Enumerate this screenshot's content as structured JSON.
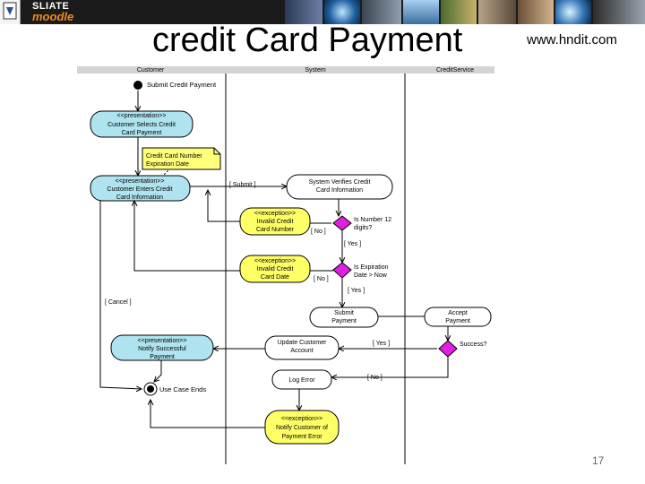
{
  "header": {
    "brand_line1": "SLIATE",
    "brand_line2": "moodle"
  },
  "slide": {
    "title": "credit Card Payment",
    "website": "www.hndit.com",
    "page_number": "17"
  },
  "diagram": {
    "lanes": [
      "Customer",
      "System",
      "CreditService"
    ],
    "nodes": {
      "submit_label": "Submit Credit Payment",
      "selects": [
        "<<presentation>>",
        "Customer Selects Credit",
        "Card Payment"
      ],
      "note": [
        "Credit Card Number",
        "Expiration Date"
      ],
      "enters": [
        "<<presentation>>",
        "Customer Enters Credit",
        "Card Information"
      ],
      "verifies": [
        "System Verifies Credit",
        "Card Information"
      ],
      "invalid_number": [
        "<<exception>>",
        "Invalid Credit",
        "Card Number"
      ],
      "invalid_date": [
        "<<exception>>",
        "Invalid Credit",
        "Card Date"
      ],
      "decision1": [
        "Is Number 12",
        "digits?"
      ],
      "decision2": [
        "Is Expiration",
        "Date > Now"
      ],
      "submit_payment": [
        "Submit",
        "Payment"
      ],
      "accept_payment": [
        "Accept",
        "Payment"
      ],
      "success": "Success?",
      "notify_success": [
        "<<presentation>>",
        "Notify Successful",
        "Payment"
      ],
      "update_account": [
        "Update Customer",
        "Account"
      ],
      "log_error": "Log Error",
      "notify_error": [
        "<<exception>>",
        "Notify Customer of",
        "Payment Error"
      ],
      "use_case_ends": "Use Case Ends"
    },
    "guards": {
      "submit": "[ Submit ]",
      "no1": "[ No ]",
      "yes1": "[ Yes ]",
      "no2": "[ No ]",
      "yes2": "[ Yes ]",
      "cancel": "[ Cancel ]",
      "yes3": "[ Yes ]",
      "no3": "[ No ]"
    }
  },
  "colors": {
    "presentation": "#aee3ef",
    "exception": "#ffff66",
    "note": "#ffff7a",
    "decision": "#e020e0",
    "activity": "#ffffff"
  }
}
